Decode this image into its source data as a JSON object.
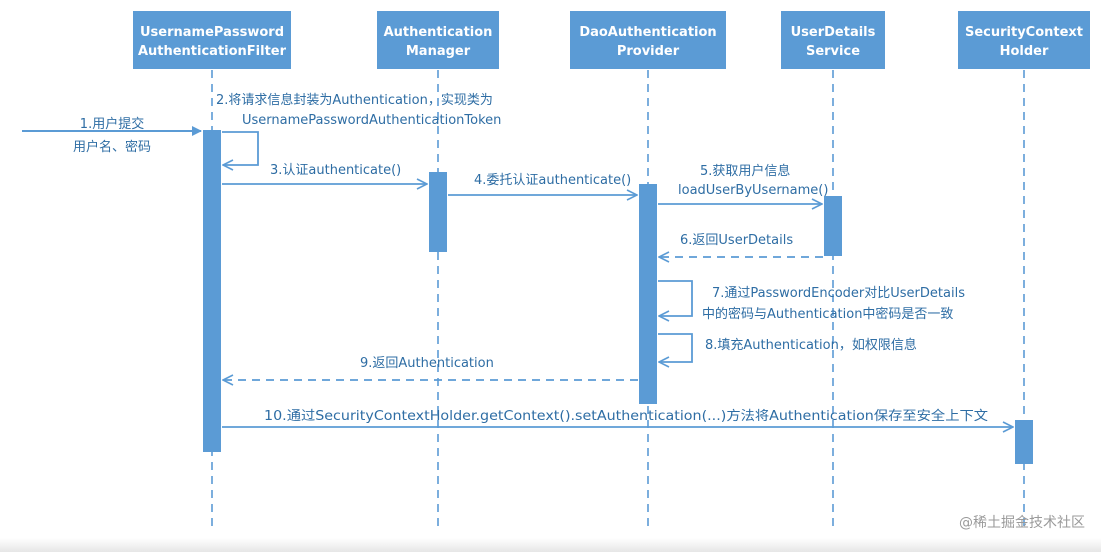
{
  "colors": {
    "accent": "#5b9bd5",
    "header_text": "#ffffff",
    "label_text": "#2e6da4",
    "background": "#ffffff"
  },
  "actors": [
    {
      "id": "filter",
      "line1": "UsernamePassword",
      "line2": "AuthenticationFilter"
    },
    {
      "id": "manager",
      "line1": "Authentication",
      "line2": "Manager"
    },
    {
      "id": "provider",
      "line1": "DaoAuthentication",
      "line2": "Provider"
    },
    {
      "id": "uds",
      "line1": "UserDetails",
      "line2": "Service"
    },
    {
      "id": "holder",
      "line1": "SecurityContext",
      "line2": "Holder"
    }
  ],
  "messages": {
    "m1": {
      "lines": [
        "1.用户提交",
        "用户名、密码"
      ]
    },
    "m2": {
      "lines": [
        "2.将请求信息封装为Authentication，实现类为",
        "UsernamePasswordAuthenticationToken"
      ]
    },
    "m3": {
      "lines": [
        "3.认证authenticate()"
      ]
    },
    "m4": {
      "lines": [
        "4.委托认证authenticate()"
      ]
    },
    "m5": {
      "lines": [
        "5.获取用户信息",
        "loadUserByUsername()"
      ]
    },
    "m6": {
      "lines": [
        "6.返回UserDetails"
      ]
    },
    "m7": {
      "lines": [
        "7.通过PasswordEncoder对比UserDetails",
        "中的密码与Authentication中密码是否一致"
      ]
    },
    "m8": {
      "lines": [
        "8.填充Authentication，如权限信息"
      ]
    },
    "m9": {
      "lines": [
        "9.返回Authentication"
      ]
    },
    "m10": {
      "lines": [
        "10.通过SecurityContextHolder.getContext().setAuthentication(...)方法将Authentication保存至安全上下文"
      ]
    }
  },
  "watermark": "@稀土掘金技术社区"
}
